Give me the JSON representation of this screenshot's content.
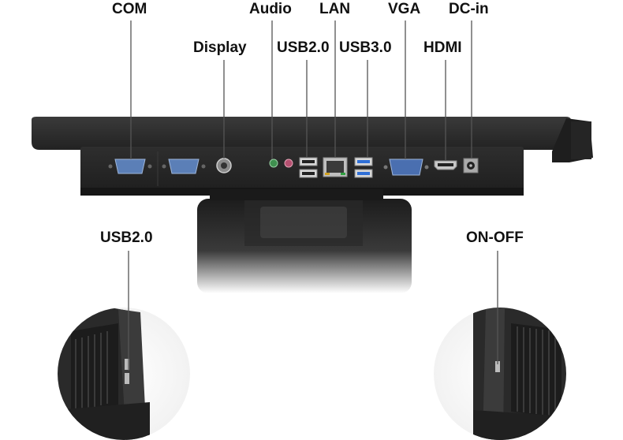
{
  "labels": {
    "com": "COM",
    "display": "Display",
    "audio": "Audio",
    "usb20_top": "USB2.0",
    "lan": "LAN",
    "usb30": "USB3.0",
    "vga": "VGA",
    "hdmi": "HDMI",
    "dc_in": "DC-in",
    "usb20_side": "USB2.0",
    "on_off": "ON-OFF"
  },
  "colors": {
    "body": "#2b2b2b",
    "body_dark": "#1a1a1a",
    "db9_blue": "#5b7fb7",
    "usb3_blue": "#2f6fd6",
    "leader": "#555555"
  }
}
